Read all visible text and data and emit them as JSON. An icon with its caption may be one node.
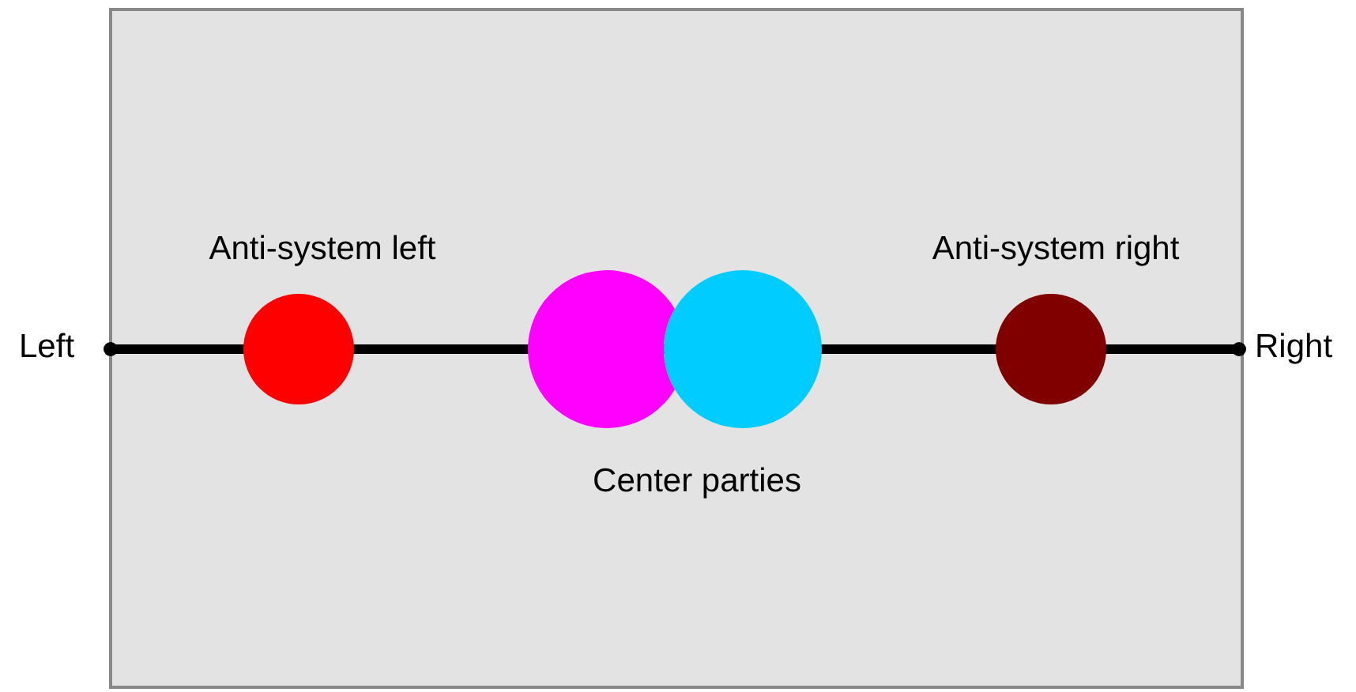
{
  "diagram": {
    "nodes": [
      {
        "text": [],
        "shape": "circle",
        "beside": [
          "Anti-system left"
        ]
      },
      {
        "text": [],
        "shape": "circle"
      },
      {
        "text": [],
        "shape": "circle"
      },
      {
        "text": [],
        "shape": "circle",
        "beside": [
          "Anti-system right"
        ]
      }
    ],
    "labels": [
      "Left",
      "Right",
      "Center parties"
    ]
  }
}
